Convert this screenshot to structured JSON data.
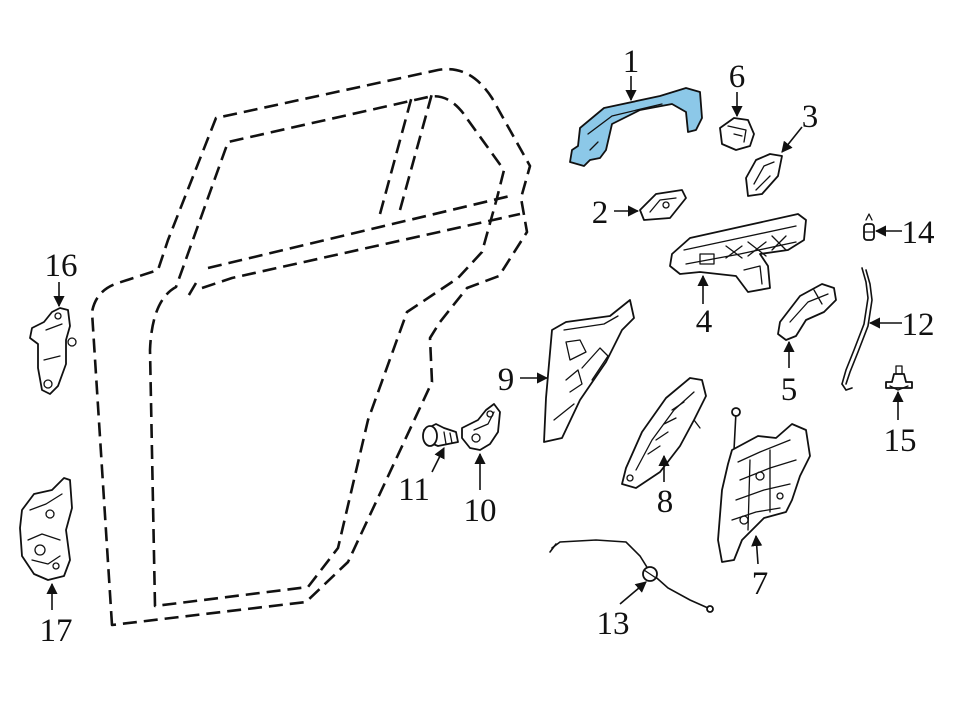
{
  "highlight_color": "#8cc8e8",
  "line_color": "#111111",
  "callouts": [
    {
      "id": "1",
      "label": "1"
    },
    {
      "id": "2",
      "label": "2"
    },
    {
      "id": "3",
      "label": "3"
    },
    {
      "id": "4",
      "label": "4"
    },
    {
      "id": "5",
      "label": "5"
    },
    {
      "id": "6",
      "label": "6"
    },
    {
      "id": "7",
      "label": "7"
    },
    {
      "id": "8",
      "label": "8"
    },
    {
      "id": "9",
      "label": "9"
    },
    {
      "id": "10",
      "label": "10"
    },
    {
      "id": "11",
      "label": "11"
    },
    {
      "id": "12",
      "label": "12"
    },
    {
      "id": "13",
      "label": "13"
    },
    {
      "id": "14",
      "label": "14"
    },
    {
      "id": "15",
      "label": "15"
    },
    {
      "id": "16",
      "label": "16"
    },
    {
      "id": "17",
      "label": "17"
    }
  ]
}
